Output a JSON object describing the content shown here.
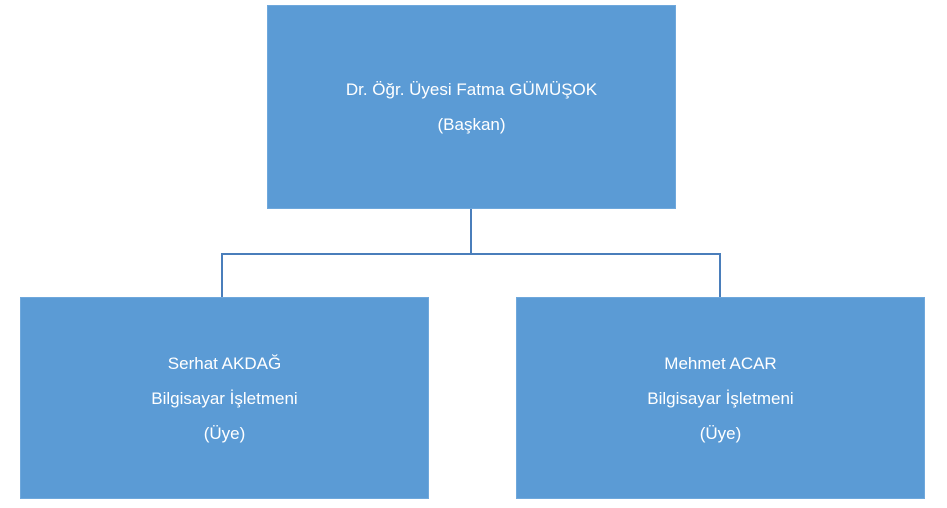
{
  "head": {
    "name": "Dr. Öğr. Üyesi Fatma GÜMÜŞOK",
    "role": "(Başkan)"
  },
  "members": [
    {
      "name": "Serhat AKDAĞ",
      "title": "Bilgisayar İşletmeni",
      "role": "(Üye)"
    },
    {
      "name": "Mehmet ACAR",
      "title": "Bilgisayar İşletmeni",
      "role": "(Üye)"
    }
  ],
  "colors": {
    "box": "#5b9bd5",
    "connector": "#4a7ebb"
  }
}
